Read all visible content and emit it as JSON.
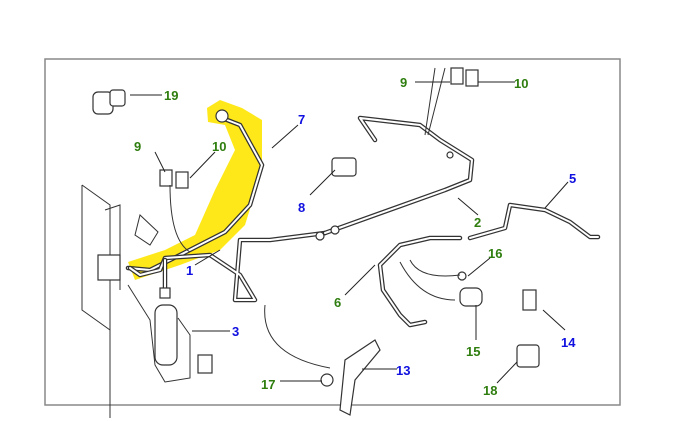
{
  "diagram": {
    "title": "Air conditioning pipes and hoses",
    "callouts": [
      {
        "id": "19",
        "text": "19",
        "color": "#2e7d0e"
      },
      {
        "id": "9a",
        "text": "9",
        "color": "#2e7d0e"
      },
      {
        "id": "10a",
        "text": "10",
        "color": "#2e7d0e"
      },
      {
        "id": "7",
        "text": "7",
        "color": "#1010e0"
      },
      {
        "id": "9b",
        "text": "9",
        "color": "#2e7d0e"
      },
      {
        "id": "10b",
        "text": "10",
        "color": "#2e7d0e"
      },
      {
        "id": "8",
        "text": "8",
        "color": "#1010e0"
      },
      {
        "id": "5",
        "text": "5",
        "color": "#1010e0"
      },
      {
        "id": "2",
        "text": "2",
        "color": "#2e7d0e"
      },
      {
        "id": "1",
        "text": "1",
        "color": "#1010e0"
      },
      {
        "id": "6",
        "text": "6",
        "color": "#2e7d0e"
      },
      {
        "id": "16",
        "text": "16",
        "color": "#2e7d0e"
      },
      {
        "id": "3",
        "text": "3",
        "color": "#1010e0"
      },
      {
        "id": "15",
        "text": "15",
        "color": "#2e7d0e"
      },
      {
        "id": "14",
        "text": "14",
        "color": "#1010e0"
      },
      {
        "id": "13",
        "text": "13",
        "color": "#1010e0"
      },
      {
        "id": "17",
        "text": "17",
        "color": "#2e7d0e"
      },
      {
        "id": "18",
        "text": "18",
        "color": "#2e7d0e"
      }
    ],
    "highlight_color": "#ffe600",
    "highlighted_part": "7"
  }
}
